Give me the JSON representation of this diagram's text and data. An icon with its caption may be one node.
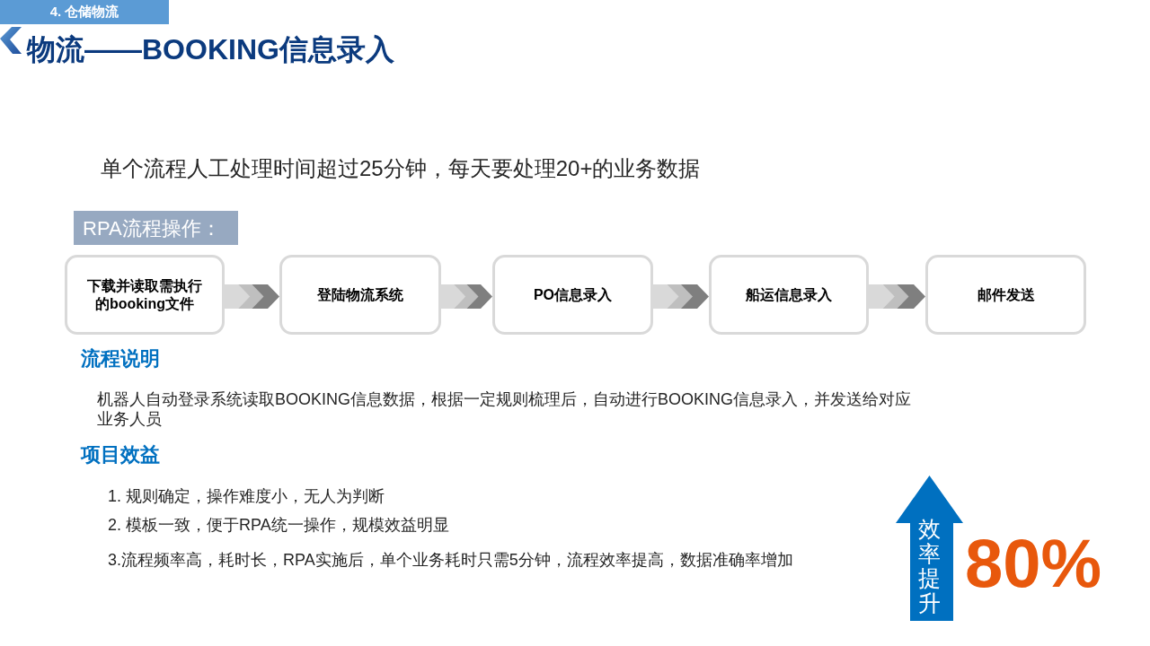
{
  "diagram": {
    "title": "物流——BOOKING信息录入",
    "nodes": [
      {
        "text": [
          "4. 仓储物流"
        ]
      },
      {
        "text": [
          "RPA流程操作："
        ]
      },
      {
        "text": [
          "下载并读取需执行的booking文件"
        ]
      },
      {
        "text": [
          "登陆物流系统"
        ]
      },
      {
        "text": [
          "PO信息录入"
        ]
      },
      {
        "text": [
          "船运信息录入"
        ]
      },
      {
        "text": [
          "邮件发送"
        ]
      },
      {
        "text": [
          "效率提升"
        ],
        "beside": [
          "80%"
        ]
      }
    ],
    "edges": [
      {
        "from": 2,
        "to": 3,
        "arrow": "to"
      },
      {
        "from": 3,
        "to": 4,
        "arrow": "to"
      },
      {
        "from": 4,
        "to": 5,
        "arrow": "to"
      },
      {
        "from": 5,
        "to": 6,
        "arrow": "to"
      }
    ],
    "labels": [
      "单个流程人工处理时间超过25分钟，每天要处理20+的业务数据",
      "流程说明",
      "机器人自动登录系统读取BOOKING信息数据，根据一定规则梳理后，自动进行BOOKING信息录入，并发送给对应业务人员",
      "项目效益",
      "1. 规则确定，操作难度小，无人为判断",
      "2. 模板一致，便于RPA统一操作，规模效益明显",
      "3.流程频率高，耗时长，RPA实施后，单个业务耗时只需5分钟，流程效率提高，数据准确率增加"
    ]
  }
}
